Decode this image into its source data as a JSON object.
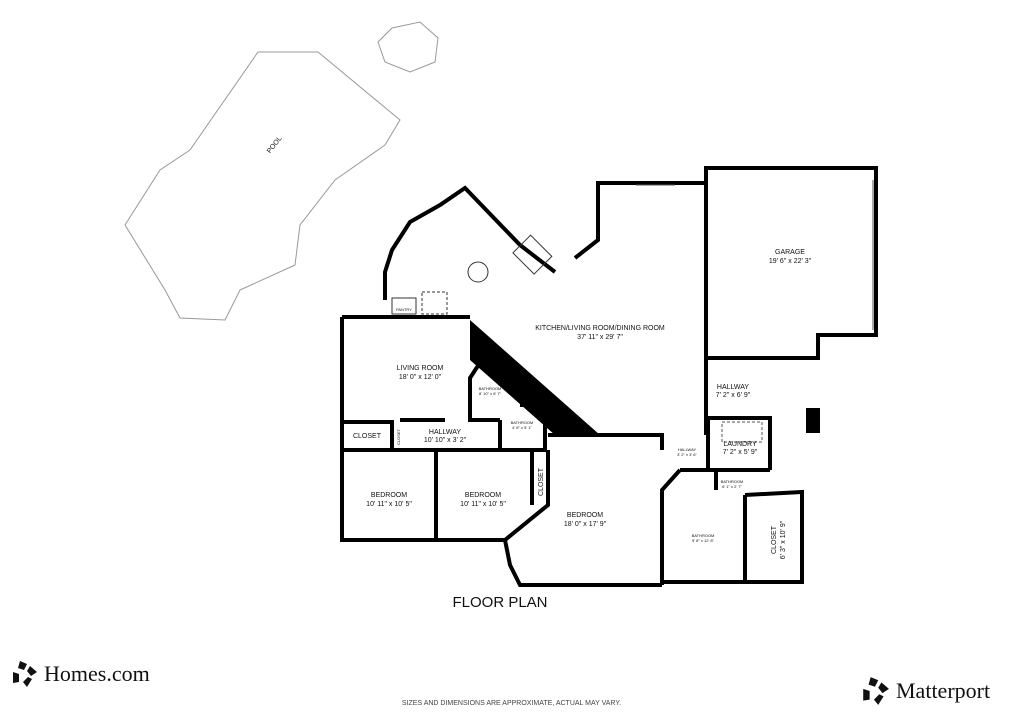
{
  "title": "FLOOR PLAN",
  "disclaimer": "SIZES AND DIMENSIONS ARE APPROXIMATE, ACTUAL MAY VARY.",
  "logos": {
    "left": "Homes.com",
    "right": "Matterport"
  },
  "rooms": {
    "pool": {
      "name": "POOL"
    },
    "garage": {
      "name": "GARAGE",
      "dims": "19' 6\" x 22' 3\""
    },
    "kitchen": {
      "name": "KITCHEN/LIVING ROOM/DINING ROOM",
      "dims": "37' 11\" x 29' 7\""
    },
    "living": {
      "name": "LIVING ROOM",
      "dims": "18' 0\" x 12' 0\""
    },
    "pantry": {
      "name": "PANTRY"
    },
    "bath1": {
      "name": "BATHROOM",
      "dims": "8' 10\" x 6' 7\""
    },
    "bath2": {
      "name": "BATHROOM",
      "dims": "4' 8\" x 5' 1\""
    },
    "closet1": {
      "name": "CLOSET"
    },
    "closet_small": {
      "name": "CLOSET"
    },
    "hallway1": {
      "name": "HALLWAY",
      "dims": "10' 10\" x 3' 2\""
    },
    "bedroom1": {
      "name": "BEDROOM",
      "dims": "10' 11\" x 10' 5\""
    },
    "bedroom2": {
      "name": "BEDROOM",
      "dims": "10' 11\" x 10' 5\""
    },
    "closet2": {
      "name": "CLOSET"
    },
    "master": {
      "name": "BEDROOM",
      "dims": "18' 0\" x 17' 9\""
    },
    "hallway2": {
      "name": "HALLWAY",
      "dims": "7' 2\" x 6' 9\""
    },
    "laundry": {
      "name": "LAUNDRY",
      "dims": "7' 2\" x 5' 9\""
    },
    "hallway3": {
      "name": "HALLWAY",
      "dims": "3' 2\" x 3' 6\""
    },
    "bath3": {
      "name": "BATHROOM",
      "dims": "6' 1\" x 2' 7\""
    },
    "bath4": {
      "name": "BATHROOM",
      "dims": "9' 8\" x 12' 8\""
    },
    "closet3": {
      "name": "CLOSET",
      "dims": "6' 3\" x 10' 9\""
    }
  }
}
